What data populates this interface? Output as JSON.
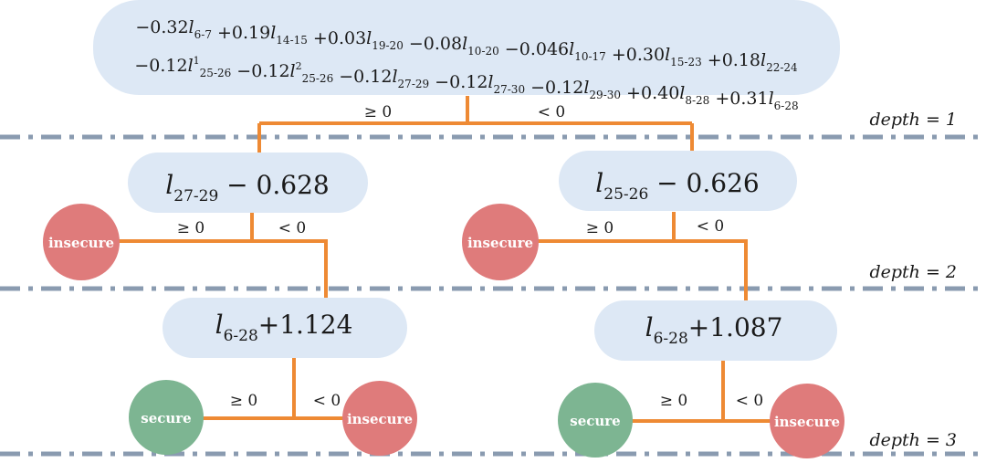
{
  "root": {
    "line1": [
      {
        "c": "−0.32",
        "v": "l",
        "s": "6-7"
      },
      {
        "c": "+0.19",
        "v": "l",
        "s": "14-15"
      },
      {
        "c": "+0.03",
        "v": "l",
        "s": "19-20"
      },
      {
        "c": "−0.08",
        "v": "l",
        "s": "10-20"
      },
      {
        "c": "−0.046",
        "v": "l",
        "s": "10-17"
      },
      {
        "c": "+0.30",
        "v": "l",
        "s": "15-23"
      },
      {
        "c": "+0.18",
        "v": "l",
        "s": "22-24"
      }
    ],
    "line2": [
      {
        "c": "−0.12",
        "v": "l",
        "s": "25-26",
        "p": "1"
      },
      {
        "c": "−0.12",
        "v": "l",
        "s": "25-26",
        "p": "2"
      },
      {
        "c": "−0.12",
        "v": "l",
        "s": "27-29"
      },
      {
        "c": "−0.12",
        "v": "l",
        "s": "27-30"
      },
      {
        "c": "−0.12",
        "v": "l",
        "s": "29-30"
      },
      {
        "c": "+0.40",
        "v": "l",
        "s": "8-28"
      },
      {
        "c": "+0.31",
        "v": "l",
        "s": "6-28"
      }
    ]
  },
  "left2": {
    "var": "l",
    "sub": "27-29",
    "rest": " − 0.628"
  },
  "right2": {
    "var": "l",
    "sub": "25-26",
    "rest": " − 0.626"
  },
  "left3": {
    "var": "l",
    "sub": "6-28",
    "rest": "+1.124"
  },
  "right3": {
    "var": "l",
    "sub": "6-28",
    "rest": "+1.087"
  },
  "edges": {
    "ge": "≥ 0",
    "lt": "< 0"
  },
  "depth": {
    "d1": "depth = 1",
    "d2": "depth = 2",
    "d3": "depth = 3"
  },
  "leaves": {
    "insecure": "insecure",
    "secure": "secure"
  },
  "colors": {
    "node": "#dde8f5",
    "edge": "#ee8a34",
    "insecure": "#df7b7b",
    "secure": "#7db592",
    "separator": "#8a9bb0"
  }
}
